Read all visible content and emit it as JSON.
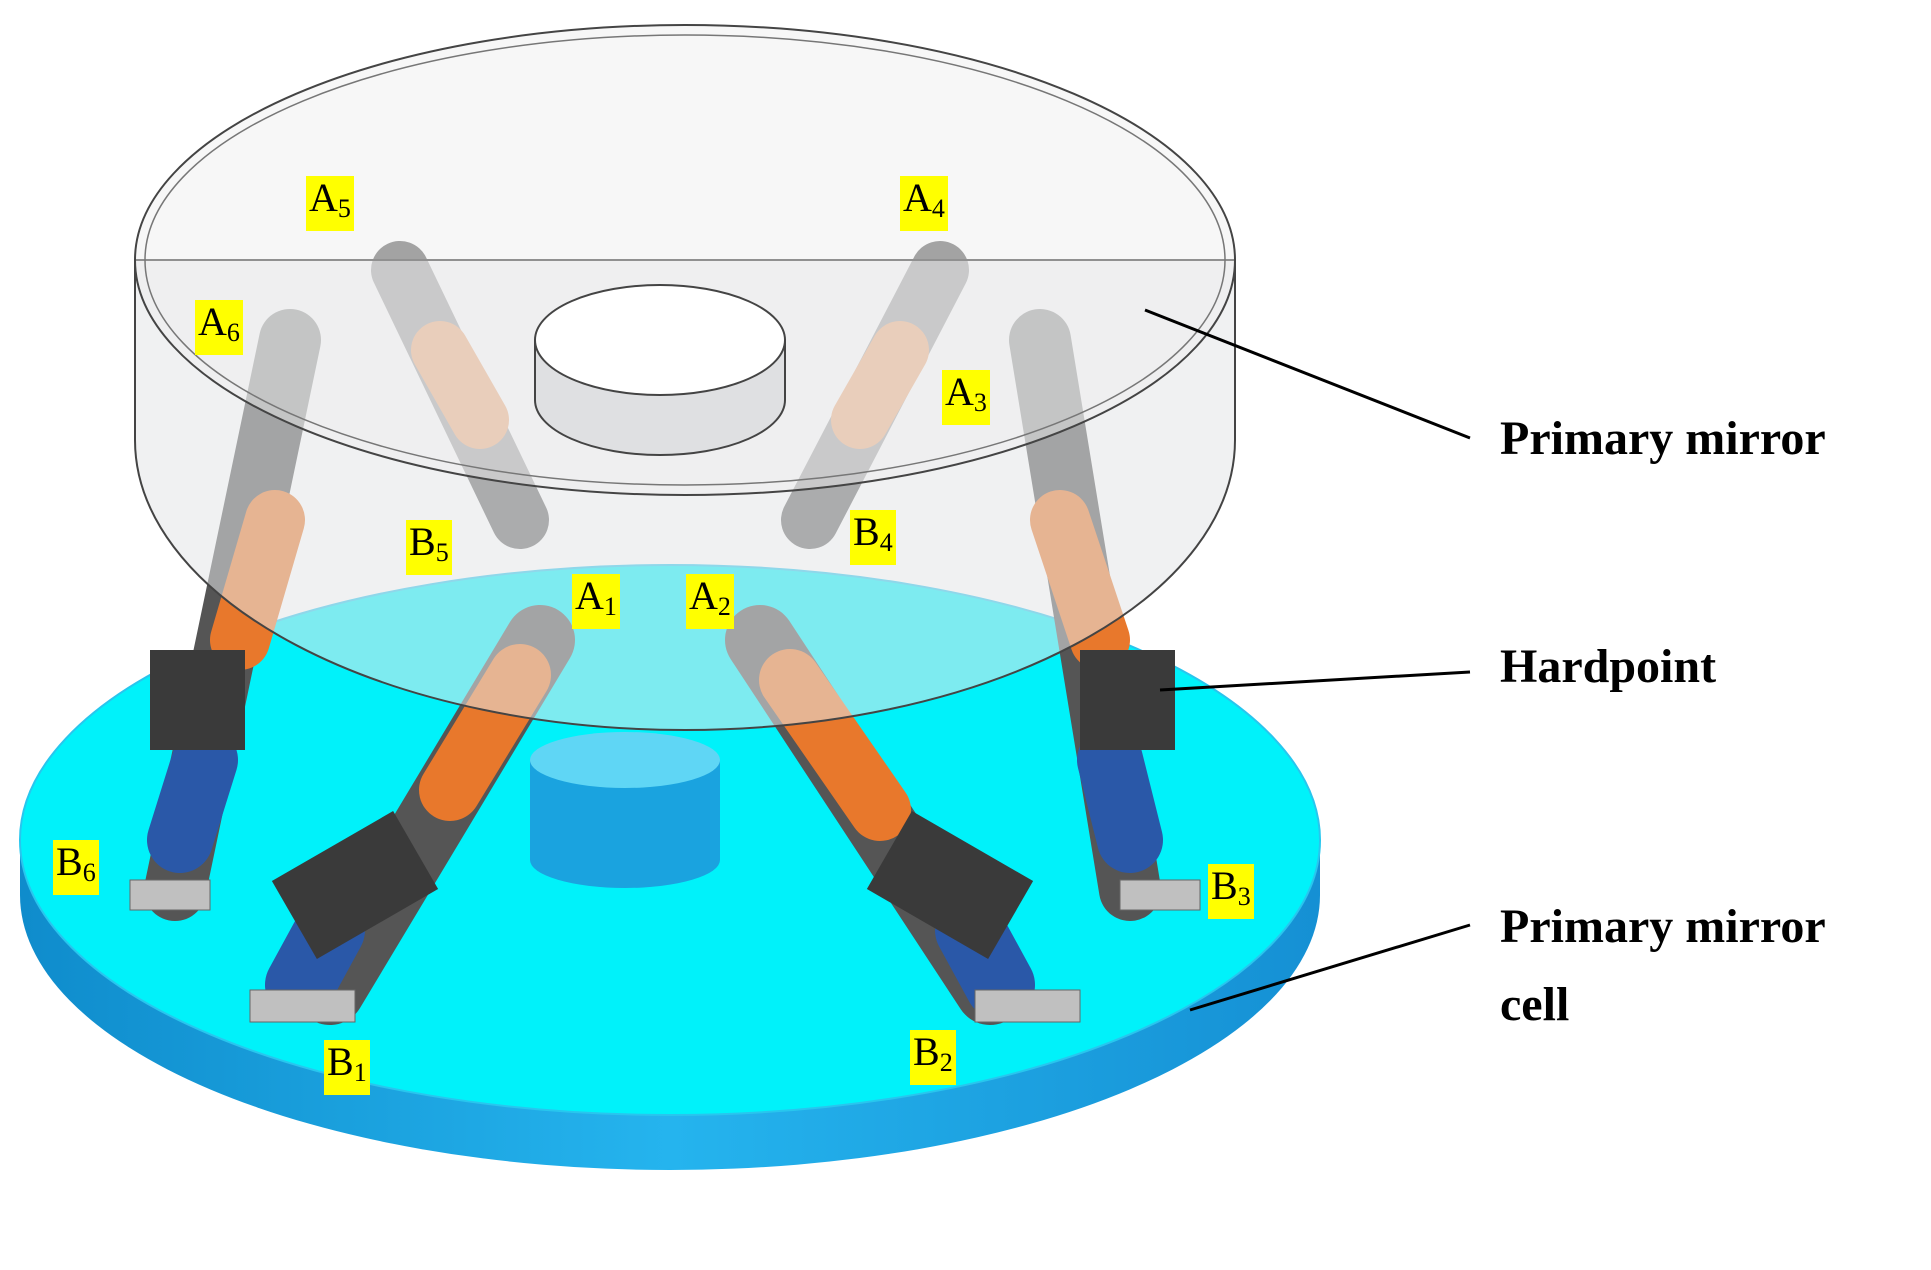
{
  "callouts": {
    "primary_mirror": "Primary mirror",
    "hardpoint": "Hardpoint",
    "mirror_cell_line1": "Primary mirror",
    "mirror_cell_line2": "cell"
  },
  "points": {
    "A1": {
      "letter": "A",
      "sub": "1"
    },
    "A2": {
      "letter": "A",
      "sub": "2"
    },
    "A3": {
      "letter": "A",
      "sub": "3"
    },
    "A4": {
      "letter": "A",
      "sub": "4"
    },
    "A5": {
      "letter": "A",
      "sub": "5"
    },
    "A6": {
      "letter": "A",
      "sub": "6"
    },
    "B1": {
      "letter": "B",
      "sub": "1"
    },
    "B2": {
      "letter": "B",
      "sub": "2"
    },
    "B3": {
      "letter": "B",
      "sub": "3"
    },
    "B4": {
      "letter": "B",
      "sub": "4"
    },
    "B5": {
      "letter": "B",
      "sub": "5"
    },
    "B6": {
      "letter": "B",
      "sub": "6"
    }
  },
  "colors": {
    "cell_top": "#00f0f8",
    "cell_side": "#1aa0e0",
    "label_bg": "#ffff00",
    "mirror_glass": "#e6e8ea"
  }
}
